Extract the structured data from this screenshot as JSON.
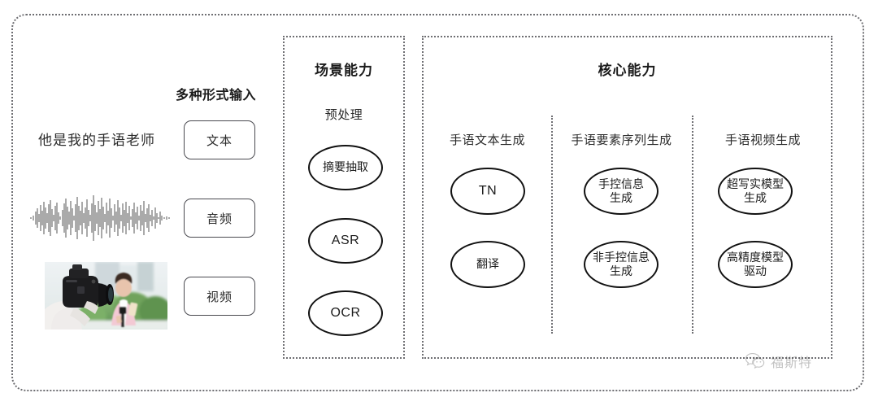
{
  "diagram": {
    "outer_frame": {
      "style": "dotted-rounded"
    },
    "input_section": {
      "heading": "多种形式输入",
      "sample_text": "他是我的手语老师",
      "modalities": [
        {
          "label": "文本",
          "media": "text"
        },
        {
          "label": "音频",
          "media": "waveform-image"
        },
        {
          "label": "视频",
          "media": "video-thumbnail"
        }
      ]
    },
    "scene_panel": {
      "title": "场景能力",
      "columns": [
        {
          "label": "预处理",
          "nodes": [
            {
              "label": "摘要抽取",
              "script": "cjk"
            },
            {
              "label": "ASR",
              "script": "latin"
            },
            {
              "label": "OCR",
              "script": "latin"
            }
          ]
        }
      ]
    },
    "core_panel": {
      "title": "核心能力",
      "columns": [
        {
          "label": "手语文本生成",
          "nodes": [
            {
              "label": "TN",
              "script": "latin"
            },
            {
              "label": "翻译",
              "script": "cjk"
            }
          ]
        },
        {
          "label": "手语要素序列生成",
          "nodes": [
            {
              "label": "手控信息\n生成",
              "script": "cjk"
            },
            {
              "label": "非手控信息\n生成",
              "script": "cjk"
            }
          ]
        },
        {
          "label": "手语视频生成",
          "nodes": [
            {
              "label": "超写实模型\n生成",
              "script": "cjk"
            },
            {
              "label": "高精度模型\n驱动",
              "script": "cjk"
            }
          ]
        }
      ]
    },
    "watermark": {
      "text": "福斯特",
      "icon": "wechat-bubbles-icon"
    },
    "colors": {
      "stroke": "#111111",
      "dotted_border": "#6e6e72",
      "text": "#2b2b2b",
      "chip_border": "#4a4a50",
      "background": "#ffffff"
    }
  }
}
